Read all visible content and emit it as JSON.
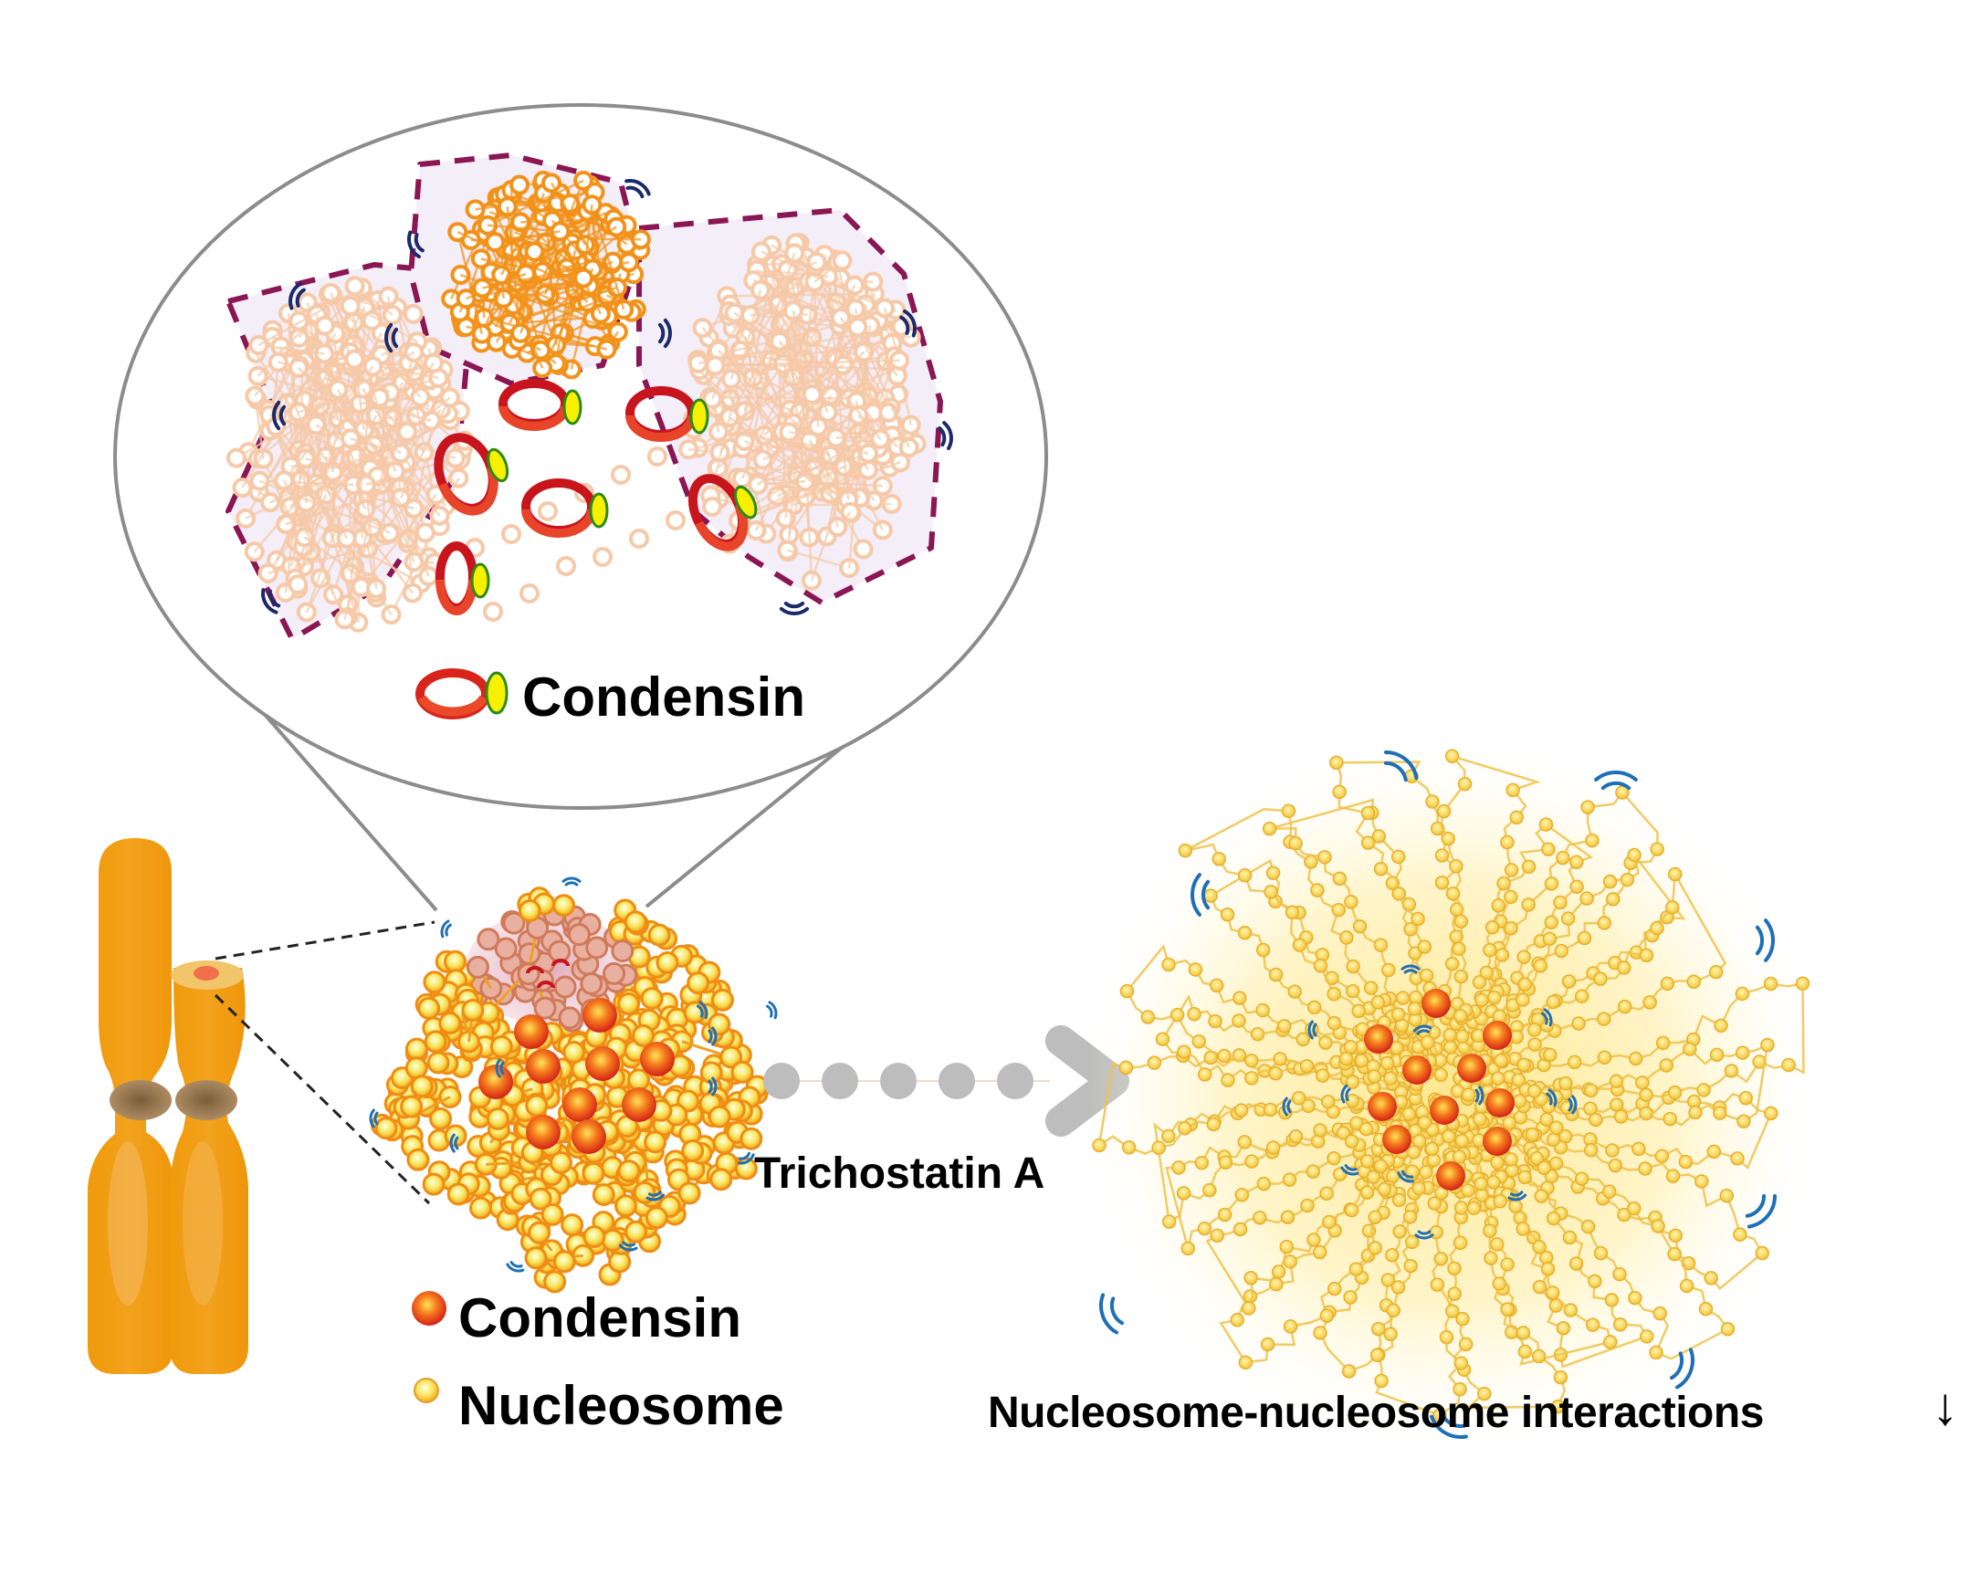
{
  "figure": {
    "zoom_view": {
      "legend_label": "Condensin",
      "legend_icon": "condensin-ring-icon"
    },
    "legend": {
      "items": [
        {
          "label": "Condensin",
          "icon": "condensin-sphere-icon",
          "color": "#e2361b"
        },
        {
          "label": "Nucleosome",
          "icon": "nucleosome-bead-icon",
          "color": "#f3c93a"
        }
      ]
    },
    "treatment": {
      "label": "Trichostatin A",
      "arrow_color": "#bdbdbd"
    },
    "effect": {
      "label": "Nucleosome-nucleosome interactions",
      "direction_symbol": "↓"
    },
    "colors": {
      "chromosome": "#f09a0c",
      "centromere": "#9a7a4a",
      "condensin_ring_dark": "#c8141c",
      "condensin_ring_light": "#e8442a",
      "condensin_head": "#f7f000",
      "domain_outline": "#8a1654",
      "bead_pale": "#f6c9a8",
      "bead_orange": "#f2921a",
      "motion_marks": "#1f6fb8",
      "halo": "#fff3b8"
    }
  }
}
